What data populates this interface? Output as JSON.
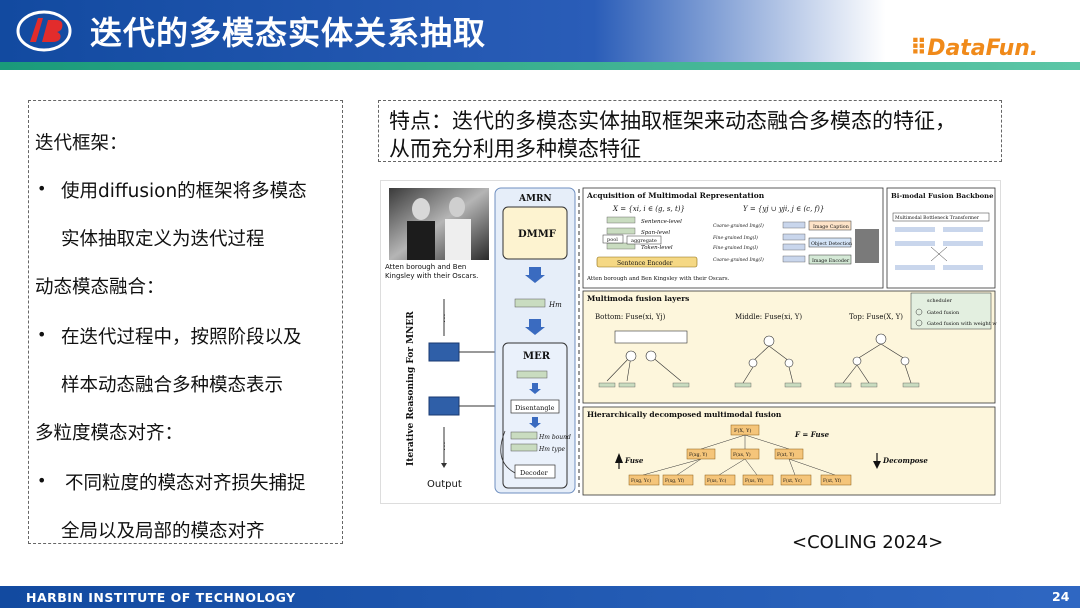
{
  "slide": {
    "title": "迭代的多模态实体关系抽取",
    "brand": "DataFun."
  },
  "left_panel": {
    "lines": [
      "迭代框架：",
      "使用diffusion的框架将多模态",
      "实体抽取定义为迭代过程",
      "动态模态融合：",
      "在迭代过程中，按照阶段以及",
      "样本动态融合多种模态表示",
      "多粒度模态对齐：",
      "不同粒度的模态对齐损失捕捉",
      "全局以及局部的模态对齐"
    ],
    "bullet": "•"
  },
  "feature": {
    "line1": "特点：迭代的多模态实体抽取框架来动态融合多模态的特征，",
    "line2": "从而充分利用多种模态特征"
  },
  "figure": {
    "photo_caption_1": "Atten borough and Ben",
    "photo_caption_2": "Kingsley with their Oscars.",
    "output_label": "Output",
    "side_label": "Iterative Reasoning For MNER",
    "amrn": "AMRN",
    "dmmf": "DMMF",
    "mer": "MER",
    "disentangle": "Disentangle",
    "decoder": "Decoder",
    "h_m": "Hm",
    "h_bound": "Hm bound",
    "h_type": "Hm type",
    "acq_title": "Acquisition of Multimodal Representation",
    "x_def": "X = {xi, i ∈ (g, s, t)}",
    "y_def": "Y = {yj ∪ yji, j ∈ (c, f)}",
    "sentence_level": "Sentence-level",
    "span_level": "Span-level",
    "token_level": "Token-level",
    "pool": "pool",
    "aggregate": "aggregate",
    "sentence_encoder": "Sentence Encoder",
    "coarse_img": "Coarse-grained Img(I)",
    "fine_img": "Fine-grained Img(I)",
    "fine_img2": "Fine-grained Img(I)",
    "coarse_img2": "Coarse-grained Img(I)",
    "image_caption": "Image Caption",
    "object_detection": "Object Detection",
    "image_encoder": "Image Encoder",
    "atten_caption": "Atten borough and Ben Kingsley with their Oscars.",
    "bimodal_title": "Bi-modal Fusion Backbone",
    "mbt": "Multimodal Bottleneck Transformer",
    "fusion_layers_title": "Multimoda fusion layers",
    "bottom": "Bottom: Fuse(xi, Yj)",
    "middle": "Middle: Fuse(xi, Y)",
    "top": "Top: Fuse(X, Y)",
    "legend_scheduler": "scheduler",
    "legend_gated": "Gated fusion",
    "legend_gated_w": "Gated fusion with weight w",
    "hier_title": "Hierarchically decomposed multimodal fusion",
    "f_eq": "F = Fuse",
    "fuse_up": "Fuse",
    "decompose": "Decompose",
    "root_node": "F(X, Y)",
    "mid_nodes": [
      "F(xg, Y)",
      "F(xs, Y)",
      "F(xt, Y)"
    ],
    "leaf_nodes": [
      "F(xg, Yc)",
      "F(xg, Yf)",
      "F(xs, Yc)",
      "F(xs, Yf)",
      "F(xt, Yc)",
      "F(xt, Yf)"
    ]
  },
  "citation": "<COLING 2024>",
  "footer": {
    "institution": "HARBIN INSTITUTE OF TECHNOLOGY",
    "page": "24"
  },
  "colors": {
    "header_blue": "#124aa0",
    "accent_green": "#1a9a7a",
    "brand_orange": "#f08a1a",
    "fusion_panel": "#fdf6dc"
  }
}
